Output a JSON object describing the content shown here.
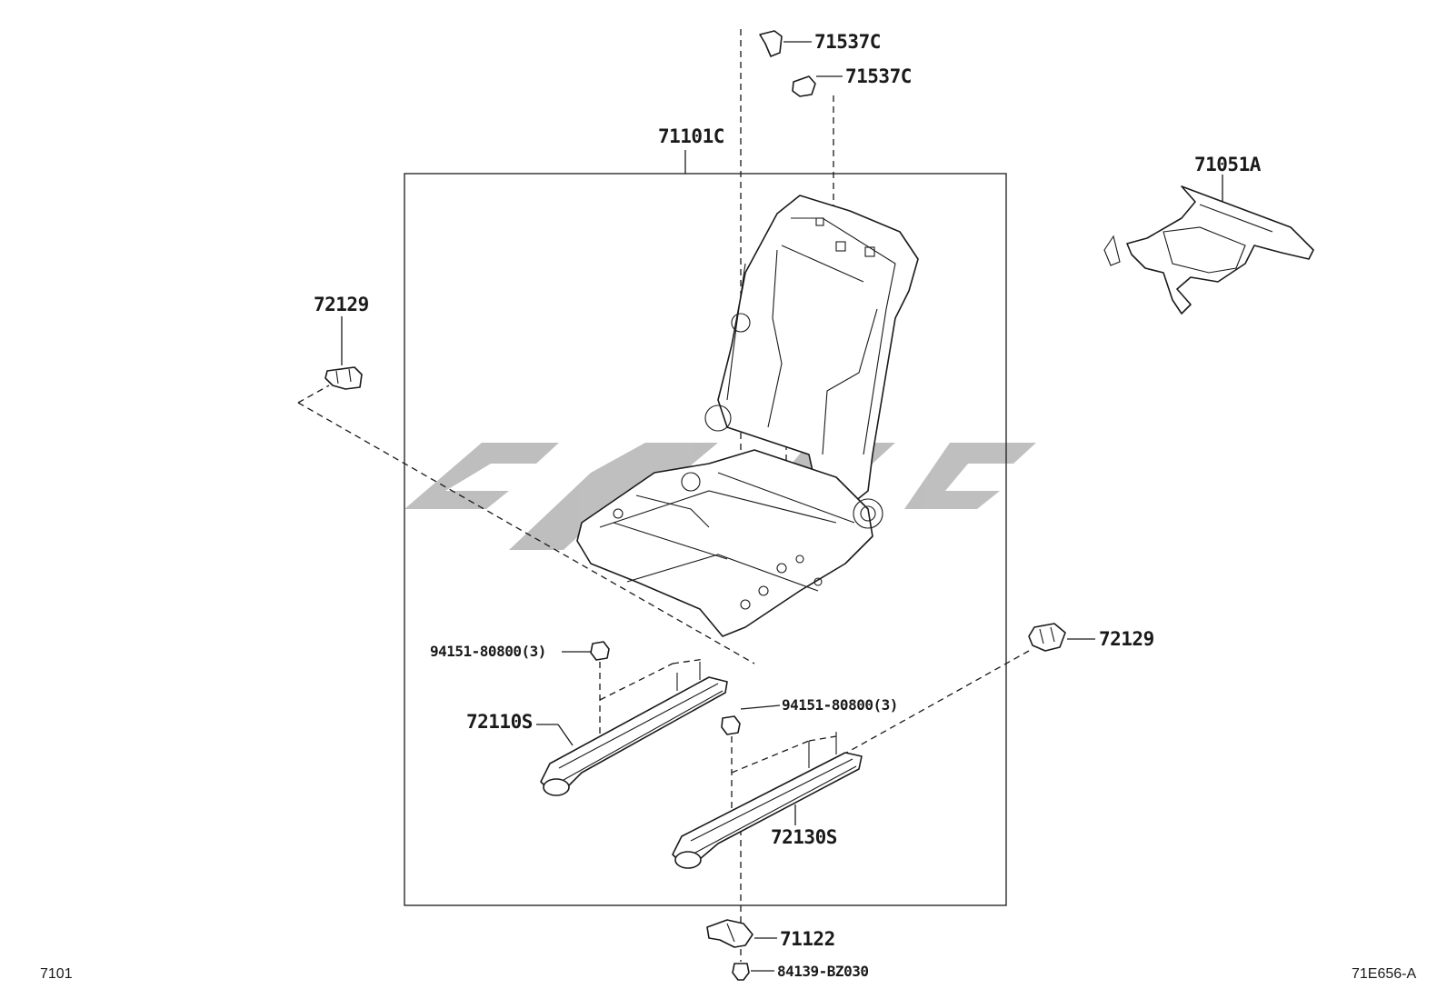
{
  "diagram": {
    "frame_label": "71101C",
    "callouts": {
      "headrest_support_1": "71537C",
      "headrest_support_2": "71537C",
      "seat_spring_assembly": "71051A",
      "clip_left": "72129",
      "clip_right": "72129",
      "nut_left": "94151-80800(3)",
      "nut_right": "94151-80800(3)",
      "track_left": "72110S",
      "track_right": "72130S",
      "bracket_bottom": "71122",
      "clip_bottom": "84139-BZ030"
    },
    "page_code_left": "7101",
    "page_code_right": "71E656-A"
  }
}
